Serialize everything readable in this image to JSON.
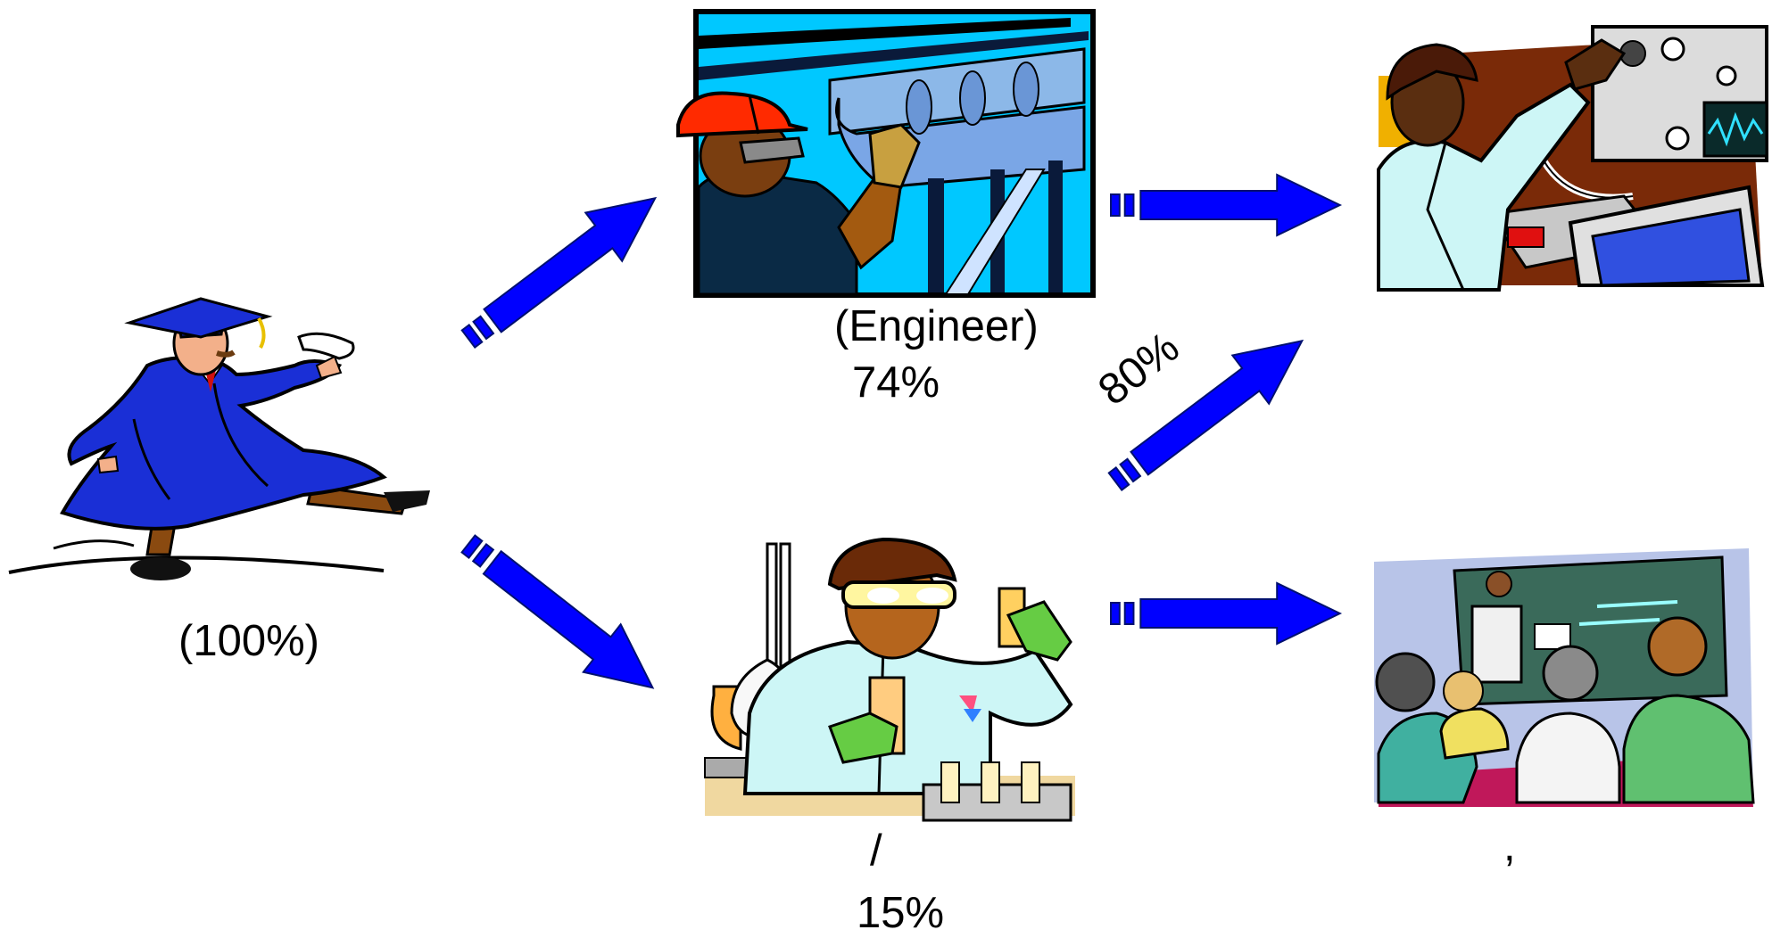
{
  "nodes": {
    "graduate": {
      "label": "(100%)"
    },
    "engineer": {
      "label": "(Engineer)",
      "percent": "74%"
    },
    "scientist": {
      "label": "/",
      "percent": "15%"
    },
    "lab_technician": {
      "label": ""
    },
    "classroom": {
      "label": ","
    }
  },
  "edges": {
    "engineer_to_lab": {
      "label": "80%"
    }
  },
  "colors": {
    "arrow": "#0000ff",
    "gown": "#1a2fd6",
    "pipe_bg": "#00c8ff",
    "hardhat": "#ff2a00",
    "coat": "#cdf6f6",
    "glove": "#66cc44"
  },
  "icons": [
    "graduate-icon",
    "engineer-icon",
    "scientist-icon",
    "lab-technician-icon",
    "classroom-icon",
    "arrow-icon"
  ]
}
